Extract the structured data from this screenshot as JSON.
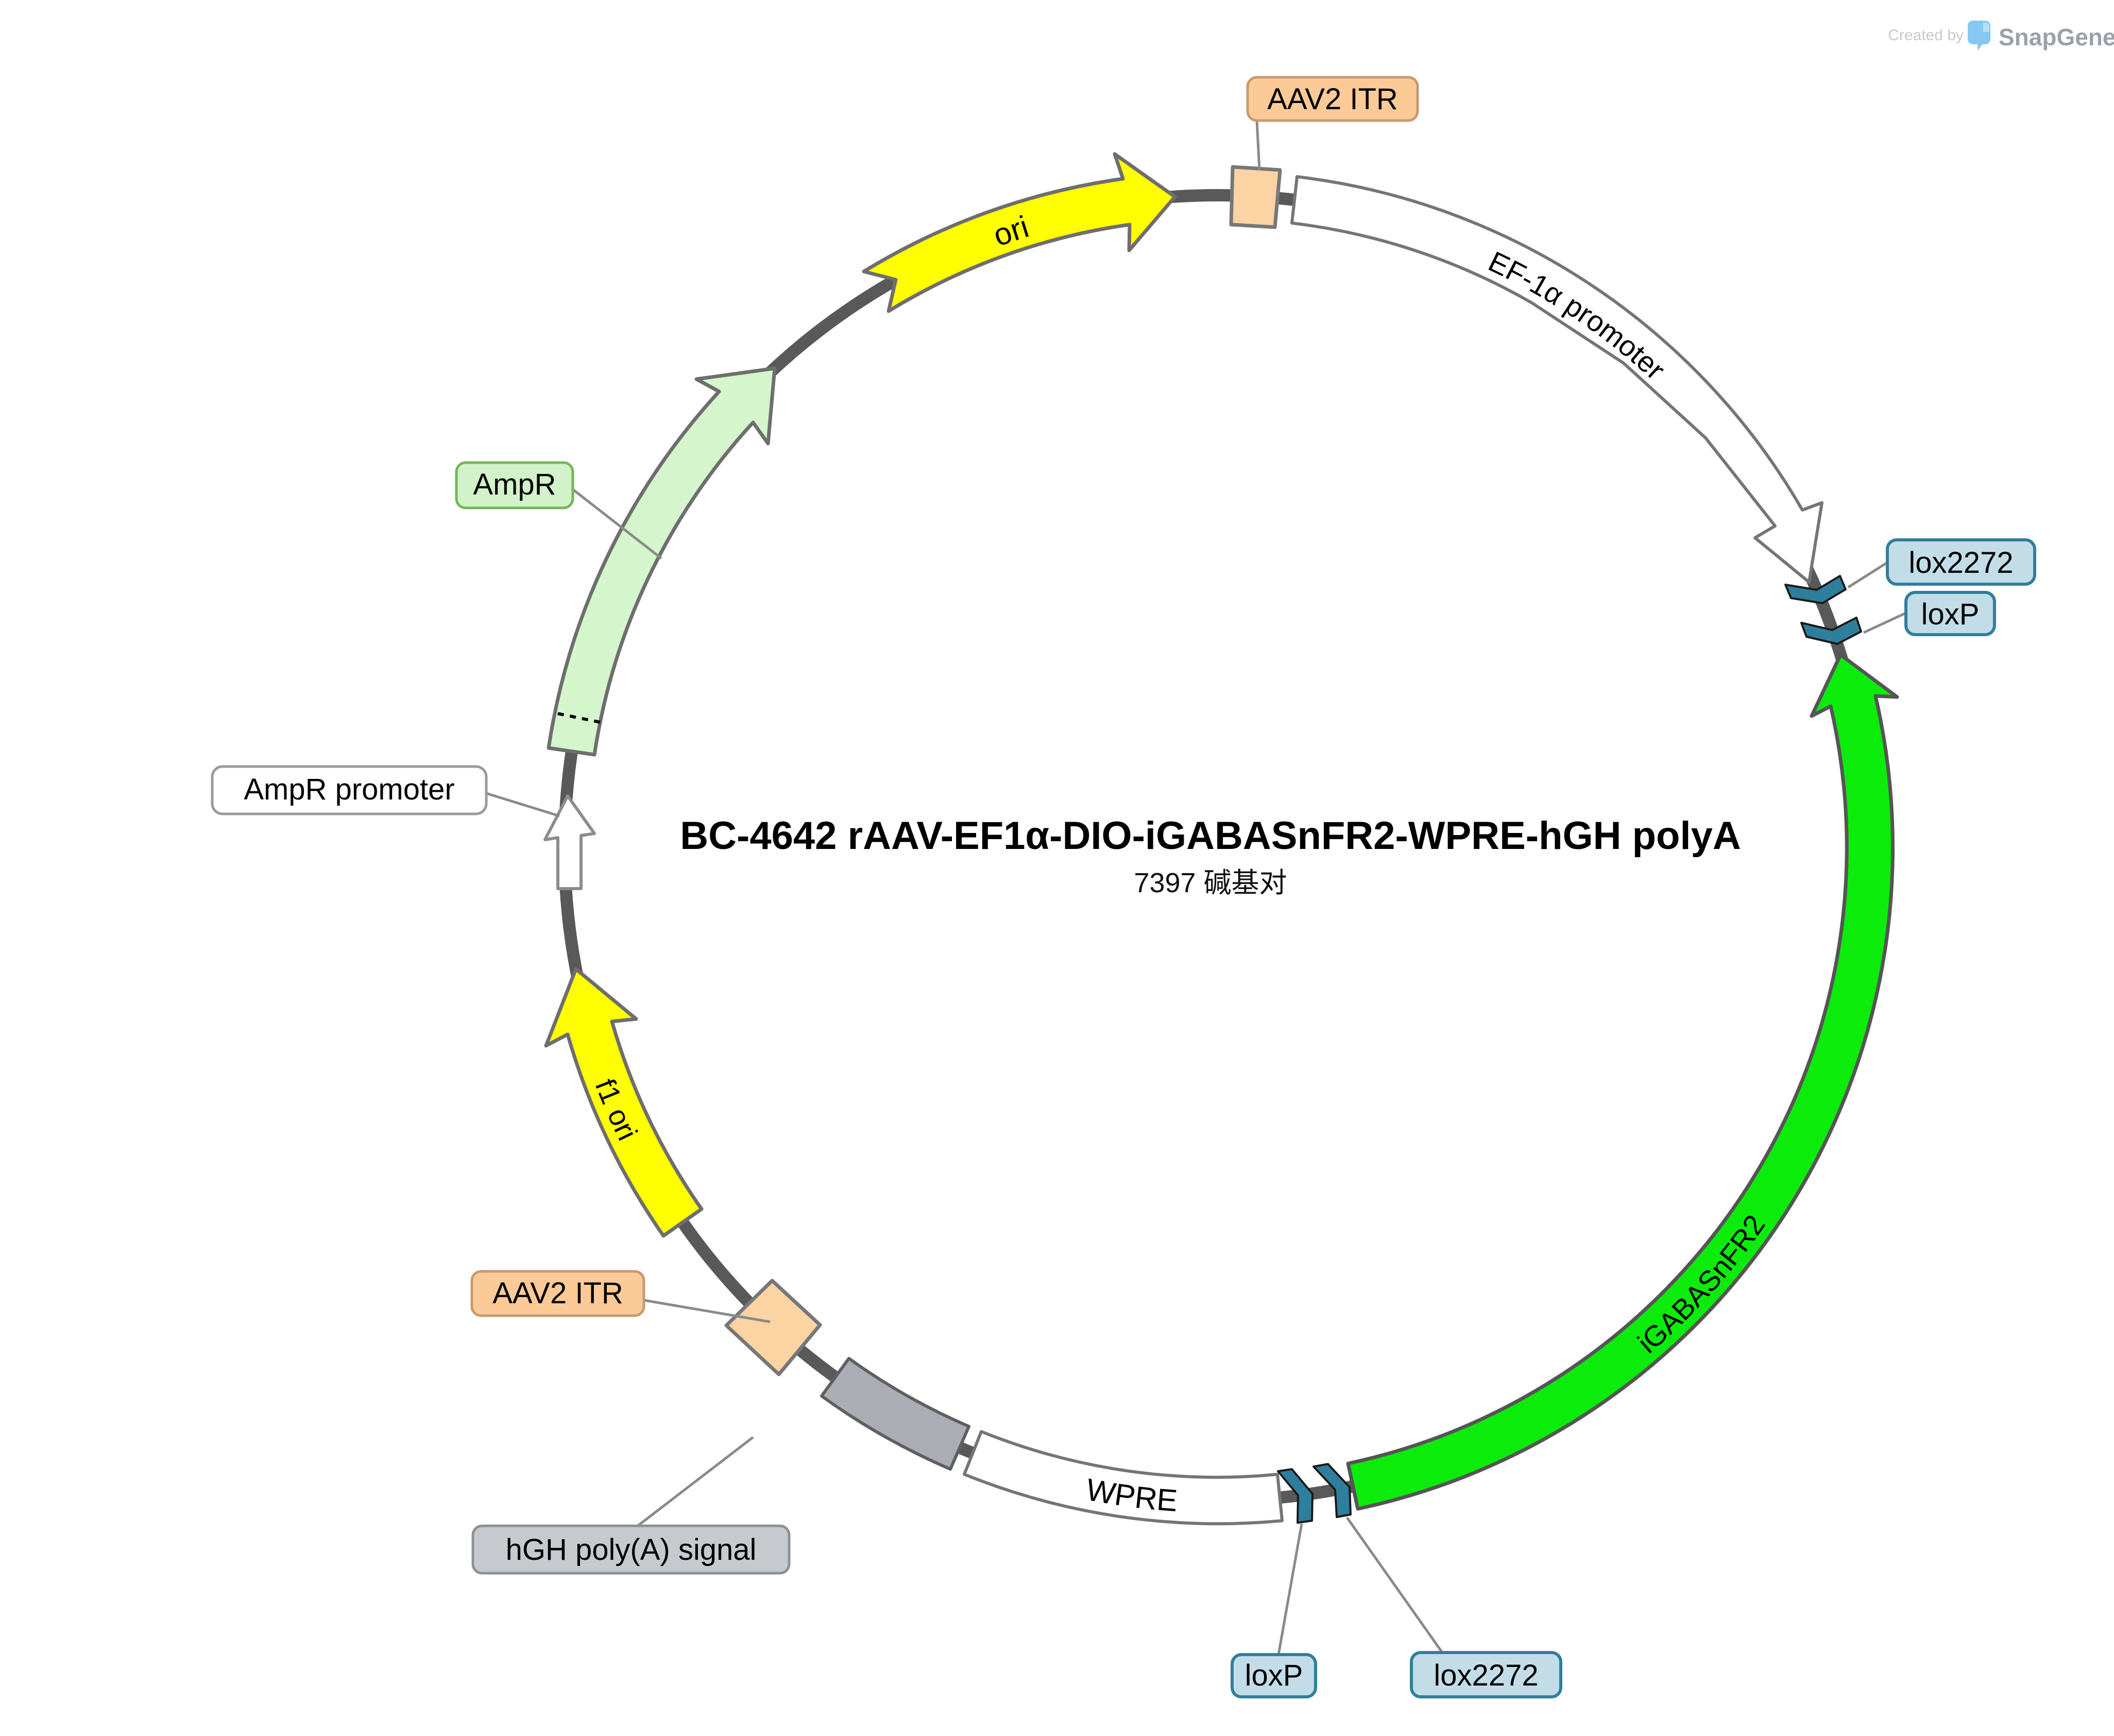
{
  "credit": {
    "created_by": "Created by",
    "brand": "SnapGene"
  },
  "plasmid": {
    "title": "BC-4642  rAAV-EF1α-DIO-iGABASnFR2-WPRE-hGH polyA",
    "size_label": "7397 碱基对"
  },
  "features": {
    "ori": {
      "label": "ori",
      "color": "#FFFF00",
      "stroke": "#6E6E6E"
    },
    "aav2_itr_5": {
      "label": "AAV2 ITR",
      "color": "#FCD3A2",
      "stroke": "#777777",
      "label_fill": "#FBCA96",
      "label_stroke": "#C69B71"
    },
    "ef1a_promoter": {
      "label": "EF-1α promoter",
      "color": "#FFFFFF",
      "stroke": "#757575"
    },
    "lox2272_a": {
      "label": "lox2272",
      "color": "#2E7F9E",
      "label_fill": "#C2DDE8",
      "label_stroke": "#327E9B"
    },
    "loxp_a": {
      "label": "loxP",
      "color": "#2E7F9E",
      "label_fill": "#C2DDE8",
      "label_stroke": "#327E9B"
    },
    "igabasnfr2": {
      "label": "iGABASnFR2",
      "color": "#0BEC0B",
      "stroke": "#555555"
    },
    "lox2272_b": {
      "label": "lox2272",
      "color": "#2E7F9E",
      "label_fill": "#C2DDE8",
      "label_stroke": "#327E9B"
    },
    "loxp_b": {
      "label": "loxP",
      "color": "#2E7F9E",
      "label_fill": "#C2DDE8",
      "label_stroke": "#327E9B"
    },
    "wpre": {
      "label": "WPRE",
      "color": "#FFFFFF",
      "stroke": "#757575"
    },
    "hgh_polya": {
      "label": "hGH poly(A) signal",
      "color": "#AAAEB4",
      "stroke": "#5E5F61",
      "label_fill": "#C6C9CD",
      "label_stroke": "#8E9194"
    },
    "aav2_itr_3": {
      "label": "AAV2 ITR",
      "color": "#FCD3A2",
      "stroke": "#777777",
      "label_fill": "#FBCA96",
      "label_stroke": "#C69B71"
    },
    "f1_ori": {
      "label": "f1 ori",
      "color": "#FFFF00",
      "stroke": "#6E6E6E"
    },
    "ampr_promoter": {
      "label": "AmpR promoter",
      "color": "#FFFFFF",
      "stroke": "#8C8C8C",
      "label_fill": "#FFFFFF",
      "label_stroke": "#9A9A9A"
    },
    "ampr": {
      "label": "AmpR",
      "color": "#D5F5CC",
      "stroke": "#6E6E6E",
      "label_fill": "#D2F3C9",
      "label_stroke": "#77B55A"
    }
  },
  "backbone": {
    "color": "#595959"
  }
}
